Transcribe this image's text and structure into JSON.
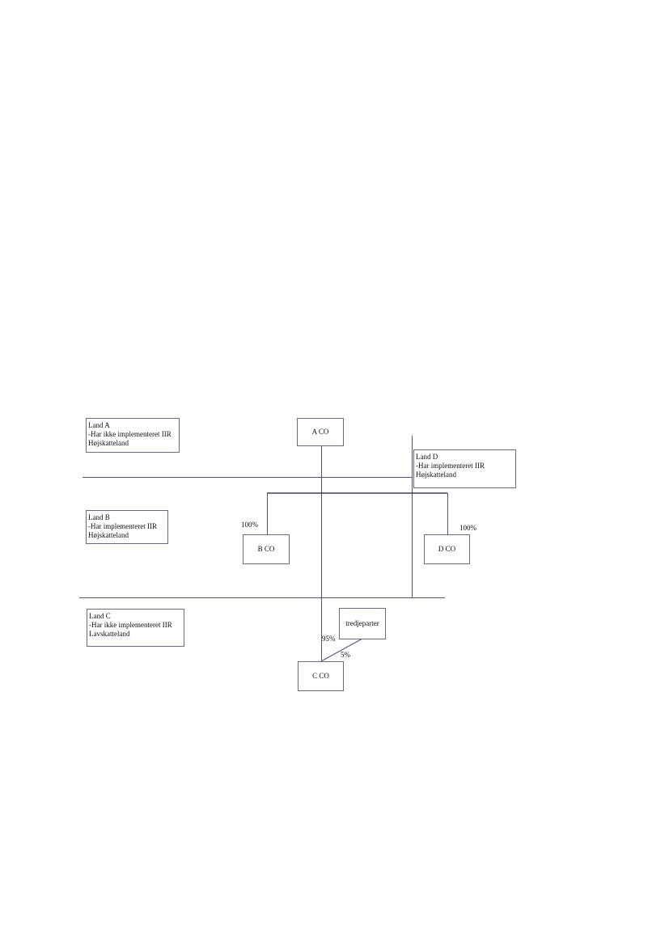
{
  "land_a": {
    "title": "Land A",
    "line1": "-Har ikke implementeret IIR",
    "line2": "Højskatteland"
  },
  "land_b": {
    "title": "Land B",
    "line1": "-Har implementeret IIR",
    "line2": "Højskatteland"
  },
  "land_c": {
    "title": "Land C",
    "line1": "-Har ikke implementeret IIR",
    "line2": "Lavskatteland"
  },
  "land_d": {
    "title": "Land D",
    "line1": "-Har implementeret IIR",
    "line2": "Højskatteland"
  },
  "entities": {
    "a": "A CO",
    "b": "B CO",
    "c": "C CO",
    "d": "D CO",
    "third": "tredjeparter"
  },
  "ownership": {
    "b": "100%",
    "d": "100%",
    "c_by_a": "95%",
    "c_by_third": "5%"
  }
}
